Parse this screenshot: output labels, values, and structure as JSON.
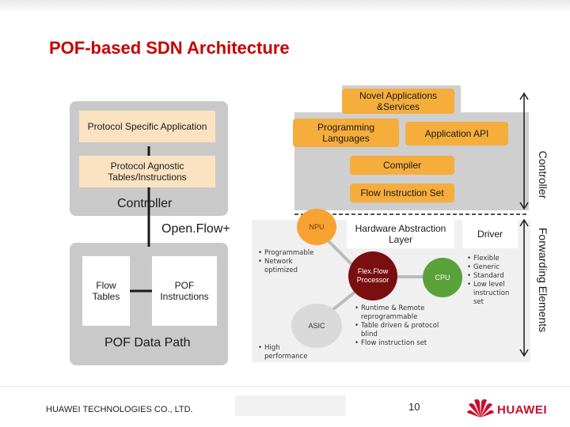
{
  "title": "POF-based SDN Architecture",
  "boxes": {
    "novel_applications": "Novel Applications &Services",
    "protocol_specific": "Protocol Specific Application",
    "programming_languages": "Programming Languages",
    "application_api": "Application API",
    "compiler": "Compiler",
    "protocol_agnostic": "Protocol Agnostic Tables/Instructions",
    "flow_instruction_set": "Flow Instruction Set",
    "hardware_abstraction": "Hardware Abstraction Layer",
    "driver": "Driver",
    "flow_tables": "Flow Tables",
    "pof_instructions": "POF Instructions"
  },
  "labels": {
    "controller": "Controller",
    "openflow": "Open.Flow+",
    "pof_data_path": "POF Data Path",
    "controller_vertical": "Controller",
    "forwarding_vertical": "Forwarding Elements"
  },
  "circles": {
    "npu": "NPU",
    "flexflow": "Flex.Flow Processor",
    "cpu": "CPU",
    "asic": "ASIC"
  },
  "bullets": {
    "npu": [
      "Programmable",
      "Network optimized"
    ],
    "asic": [
      "High performance"
    ],
    "flexflow": [
      "Runtime & Remote reprogrammable",
      "Table driven & protocol blind",
      "Flow instruction set"
    ],
    "cpu": [
      "Flexible",
      "Generic",
      "Standard",
      "Low level instruction set"
    ]
  },
  "footer": {
    "company": "HUAWEI TECHNOLOGIES CO., LTD.",
    "page_number": "10",
    "logo": "HUAWEI"
  },
  "colors": {
    "title": "#c80000",
    "orange_box": "#f5ad3c",
    "peach_box": "#fbe3c2",
    "panel": "#c9c9c9",
    "npu_circle": "#f7a233",
    "flexflow_circle": "#7a0f10",
    "cpu_circle": "#5aa13a",
    "asic_circle": "#d9d9d9"
  }
}
